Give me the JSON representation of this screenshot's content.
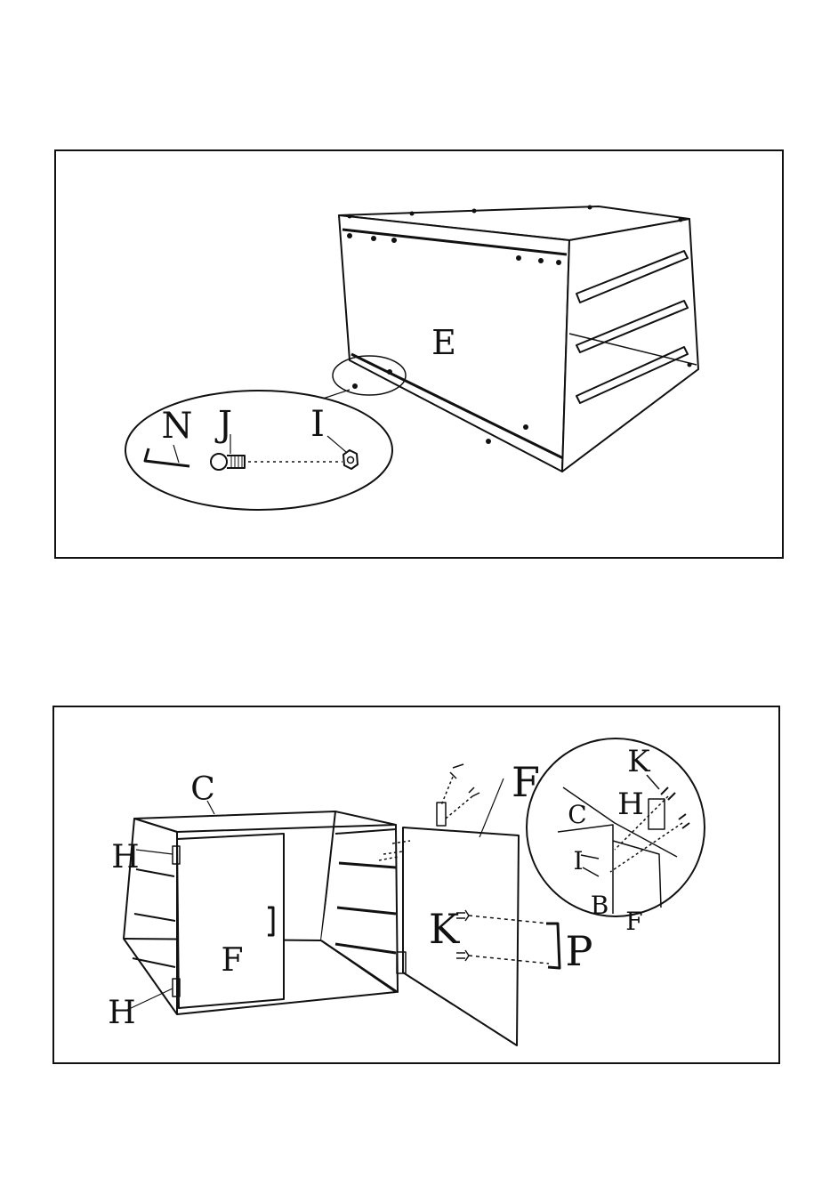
{
  "step1": {
    "labels": {
      "box": "E",
      "allen_key": "N",
      "bolt": "J",
      "nut": "I"
    }
  },
  "step2": {
    "labels": {
      "top_panel": "C",
      "hinge_top": "H",
      "hinge_bottom": "H",
      "door_front": "F",
      "door_open": "F",
      "screw": "K",
      "handle": "P"
    },
    "detail_labels": {
      "screw": "K",
      "hinge": "H",
      "top_panel": "C",
      "nut": "I",
      "side_panel": "B",
      "door": "F"
    }
  }
}
